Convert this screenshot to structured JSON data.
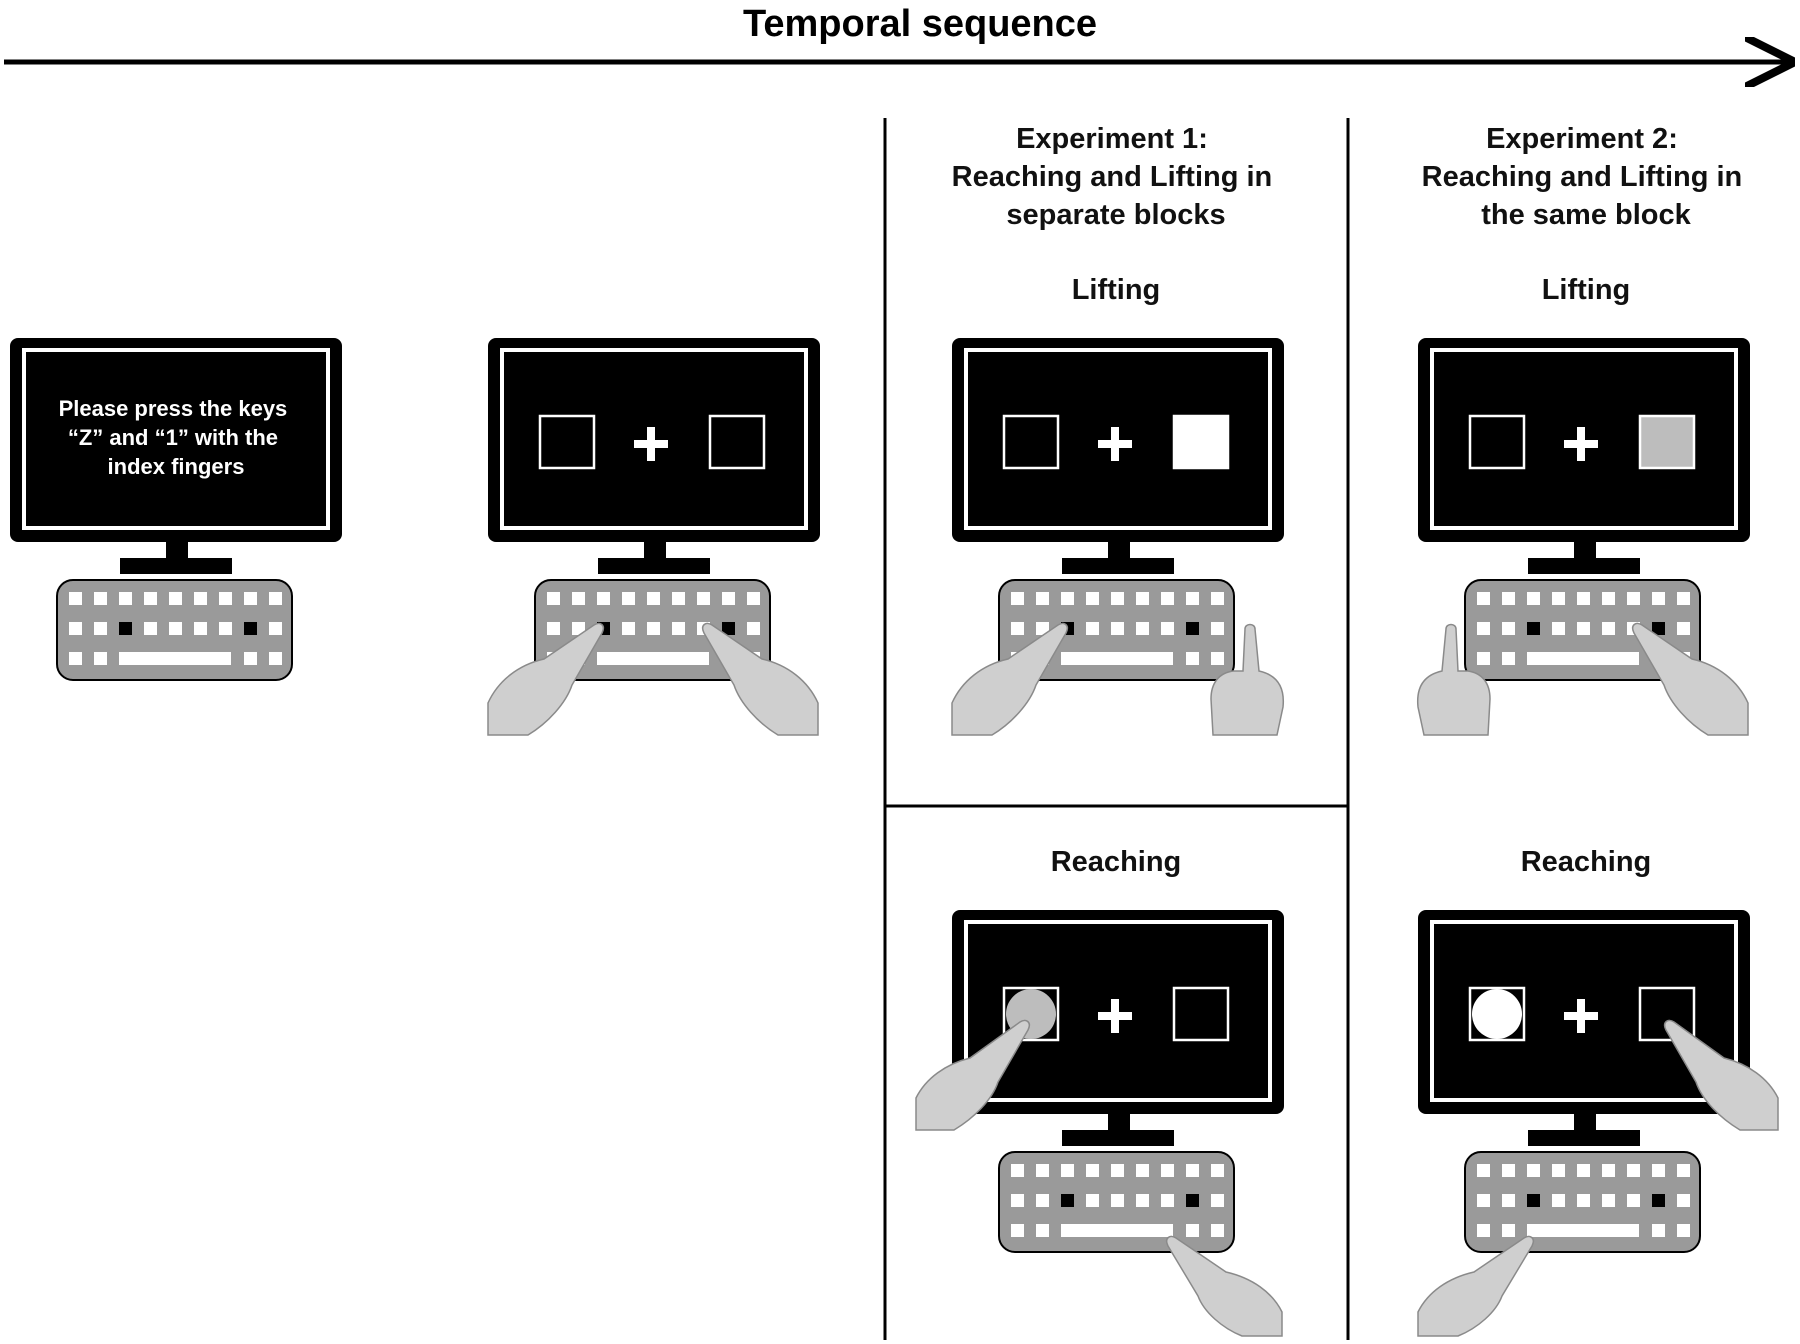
{
  "title": "Temporal sequence",
  "instruction": [
    "Please press the keys",
    "“Z” and “1” with the",
    "index fingers"
  ],
  "experiment1": {
    "heading": [
      "Experiment 1:",
      "Reaching and Lifting in",
      "separate blocks"
    ],
    "lifting_label": "Lifting",
    "reaching_label": "Reaching"
  },
  "experiment2": {
    "heading": [
      "Experiment 2:",
      "Reaching and Lifting in",
      "the same block"
    ],
    "lifting_label": "Lifting",
    "reaching_label": "Reaching"
  },
  "colors": {
    "screen": "#000000",
    "stimulus_white": "#ffffff",
    "stimulus_gray": "#bdbdbd",
    "keyboard": "#9a9a9a",
    "hand": "#cfcfcf"
  },
  "icons": [
    "monitor-icon",
    "keyboard-icon",
    "hand-icon",
    "fixation-cross-icon",
    "arrow-icon"
  ]
}
